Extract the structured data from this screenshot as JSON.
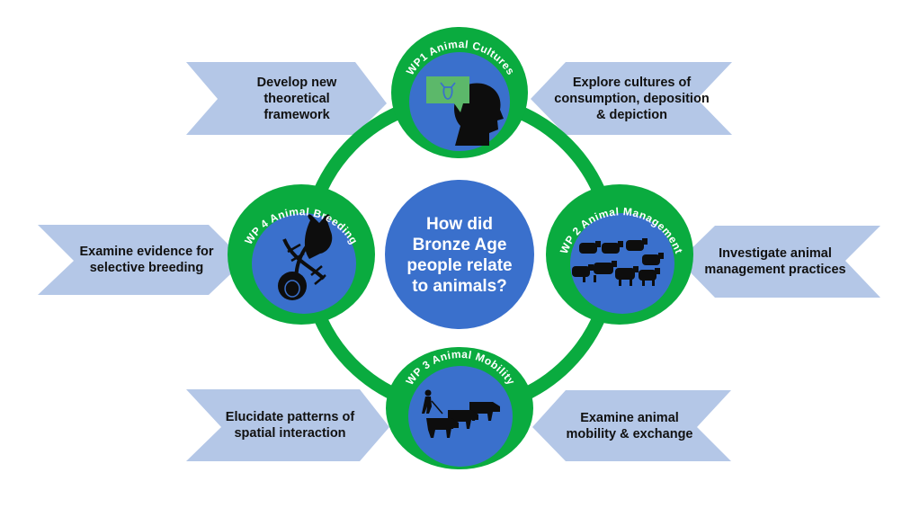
{
  "colors": {
    "ring_green": "#0aab3f",
    "node_blue": "#3a70cc",
    "chevron_fill": "#b4c7e7",
    "icon_black": "#0d0d0d",
    "speech_bubble": "#5cb86a",
    "text_dark": "#111111",
    "text_light": "#ffffff"
  },
  "center": {
    "question": "How did Bronze Age people relate to animals?"
  },
  "nodes": [
    {
      "id": "wp1",
      "label": "WP1 Animal Cultures",
      "icon": "head-speech-bubble-cow-icon"
    },
    {
      "id": "wp2",
      "label": "WP 2 Animal Management",
      "icon": "sheep-flock-icon"
    },
    {
      "id": "wp3",
      "label": "WP 3 Animal Mobility",
      "icon": "herder-cattle-icon"
    },
    {
      "id": "wp4",
      "label": "WP 4 Animal Breeding",
      "icon": "dna-cow-sheep-icon"
    }
  ],
  "objectives": {
    "wp1_left": "Develop new theoretical framework",
    "wp1_right": "Explore cultures of consumption, deposition & depiction",
    "wp4_left": "Examine evidence for selective breeding",
    "wp2_right": "Investigate animal management practices",
    "wp3_left": "Elucidate patterns of spatial interaction",
    "wp3_right": "Examine animal mobility & exchange"
  }
}
